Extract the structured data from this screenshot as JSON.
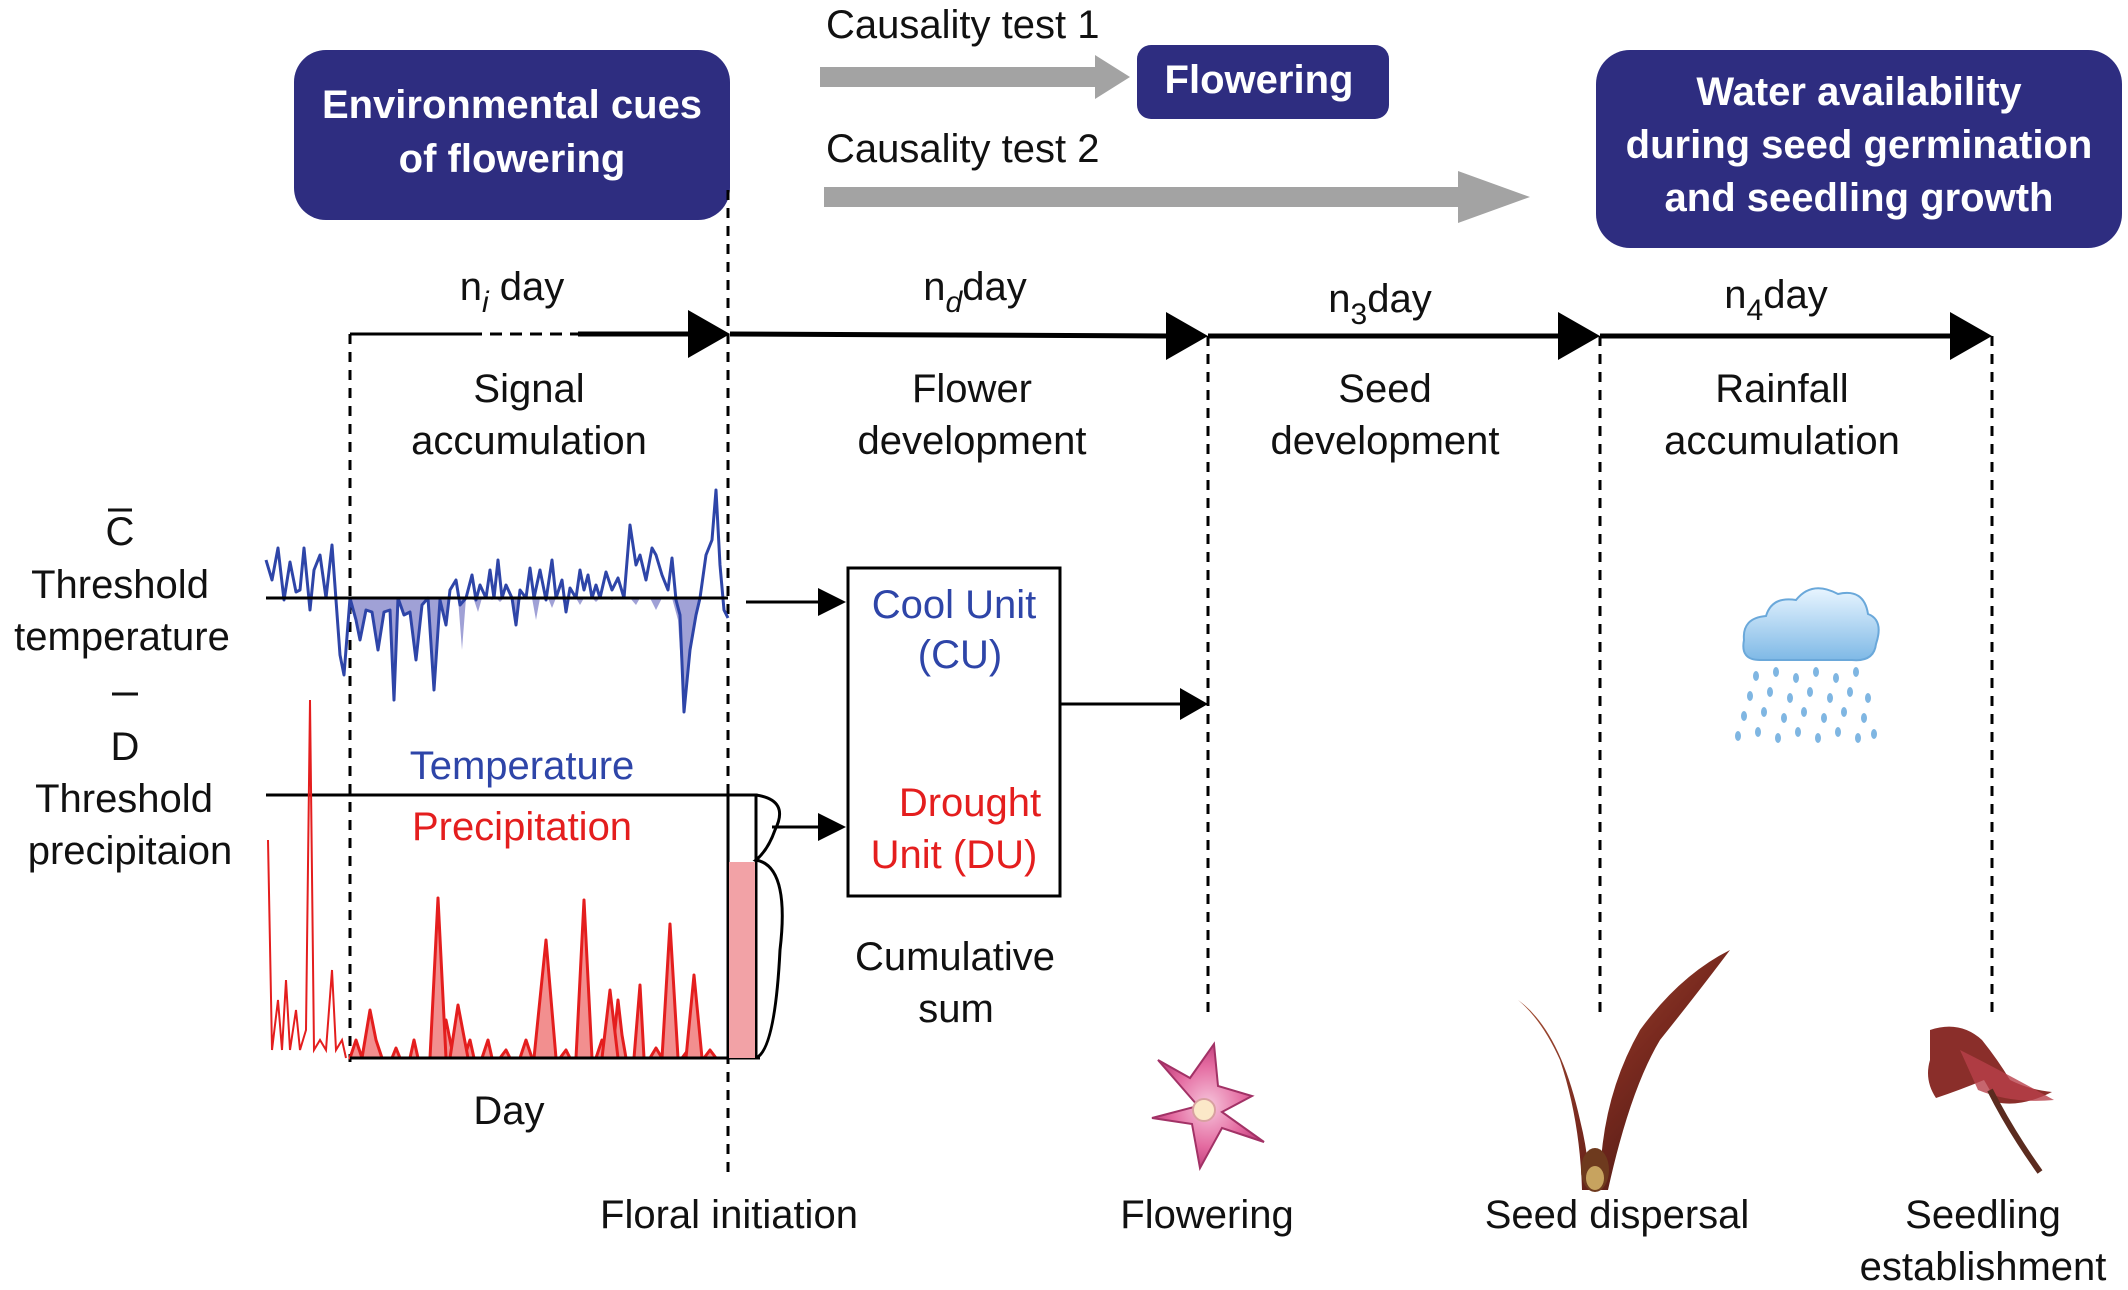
{
  "header": {
    "env_cues": [
      "Environmental cues",
      "of flowering"
    ],
    "test1": "Causality test 1",
    "test2": "Causality test 2",
    "flowering_box": "Flowering",
    "water": [
      "Water availability",
      "during seed germination",
      "and seedling growth"
    ]
  },
  "timeline": {
    "periods": [
      {
        "prefix": "n",
        "sub": "i",
        "suffix": " day",
        "label": [
          "Signal",
          "accumulation"
        ]
      },
      {
        "prefix": "n",
        "sub": "d",
        "suffix": "day",
        "label": [
          "Flower",
          "development"
        ]
      },
      {
        "prefix": "n",
        "sub": "3",
        "suffix": "day",
        "label": [
          "Seed",
          "development"
        ]
      },
      {
        "prefix": "n",
        "sub": "4",
        "suffix": "day",
        "label": [
          "Rainfall",
          "accumulation"
        ]
      }
    ]
  },
  "thresholds": {
    "temp_symbol": "C",
    "temp_label": [
      "Threshold",
      "temperature"
    ],
    "precip_symbol": "D",
    "precip_label": [
      "Threshold",
      "precipitaion"
    ]
  },
  "series": {
    "temperature": "Temperature",
    "precipitation": "Precipitation",
    "day": "Day"
  },
  "units": {
    "cool": [
      "Cool Unit",
      "(CU)"
    ],
    "drought": [
      "Drought",
      "Unit (DU)"
    ],
    "cumulative": [
      "Cumulative",
      "sum"
    ]
  },
  "stages": {
    "floral_initiation": "Floral initiation",
    "flowering": "Flowering",
    "seed_dispersal": "Seed dispersal",
    "seedling": [
      "Seedling",
      "establishment"
    ]
  },
  "colors": {
    "navy": "#2e2d80",
    "grey_arrow": "#a3a3a3",
    "blue": "#2e45a8",
    "blue_fill": "#8f90cf",
    "red": "#e41e1e",
    "red_fill": "#f28f8f",
    "pink_bar": "#f2a2a6"
  }
}
